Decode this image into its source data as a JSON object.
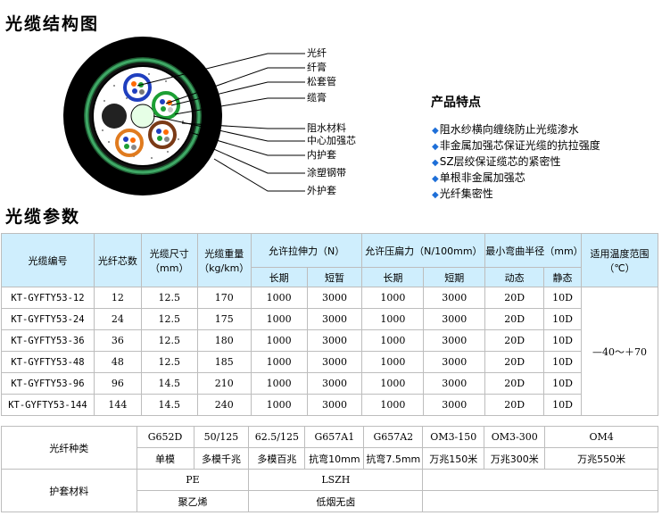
{
  "titles": {
    "structure": "光缆结构图",
    "params": "光缆参数"
  },
  "callouts": [
    "光纤",
    "纤膏",
    "松套管",
    "缆膏",
    "阻水材料",
    "中心加强芯",
    "内护套",
    "涂塑钢带",
    "外护套"
  ],
  "features": {
    "title": "产品特点",
    "items": [
      "阻水纱横向缠绕防止光缆渗水",
      "非金属加强芯保证光缆的抗拉强度",
      "SZ层绞保证缆芯的紧密性",
      "单根非金属加强芯",
      "光纤集密性"
    ]
  },
  "spec_table": {
    "headers": {
      "model": "光缆编号",
      "fiber_count": "光纤芯数",
      "diameter": "光缆尺寸（mm）",
      "weight": "光缆重量（kg/km）",
      "tensile": "允许拉伸力（N）",
      "crush": "允许压扁力（N/100mm）",
      "bend": "最小弯曲半径（mm）",
      "temp": "适用温度范围（℃）",
      "long_term": "长期",
      "short_term": "短暂",
      "long_term_2": "长期",
      "short_term_2": "短期",
      "dynamic": "动态",
      "static": "静态"
    },
    "rows": [
      {
        "model": "KT-GYFTY53-12",
        "cores": "12",
        "size": "12.5",
        "weight": "170",
        "t_long": "1000",
        "t_short": "3000",
        "c_long": "1000",
        "c_short": "3000",
        "dyn": "20D",
        "stat": "10D"
      },
      {
        "model": "KT-GYFTY53-24",
        "cores": "24",
        "size": "12.5",
        "weight": "175",
        "t_long": "1000",
        "t_short": "3000",
        "c_long": "1000",
        "c_short": "3000",
        "dyn": "20D",
        "stat": "10D"
      },
      {
        "model": "KT-GYFTY53-36",
        "cores": "36",
        "size": "12.5",
        "weight": "180",
        "t_long": "1000",
        "t_short": "3000",
        "c_long": "1000",
        "c_short": "3000",
        "dyn": "20D",
        "stat": "10D"
      },
      {
        "model": "KT-GYFTY53-48",
        "cores": "48",
        "size": "12.5",
        "weight": "185",
        "t_long": "1000",
        "t_short": "3000",
        "c_long": "1000",
        "c_short": "3000",
        "dyn": "20D",
        "stat": "10D"
      },
      {
        "model": "KT-GYFTY53-96",
        "cores": "96",
        "size": "14.5",
        "weight": "210",
        "t_long": "1000",
        "t_short": "3000",
        "c_long": "1000",
        "c_short": "3000",
        "dyn": "20D",
        "stat": "10D"
      },
      {
        "model": "KT-GYFTY53-144",
        "cores": "144",
        "size": "14.5",
        "weight": "240",
        "t_long": "1000",
        "t_short": "3000",
        "c_long": "1000",
        "c_short": "3000",
        "dyn": "20D",
        "stat": "10D"
      }
    ],
    "temp_range": "—40～＋70"
  },
  "fiber_table": {
    "fiber_label": "光纤种类",
    "fiber_codes": [
      "G652D",
      "50/125",
      "62.5/125",
      "G657A1",
      "G657A2",
      "OM3-150",
      "OM3-300",
      "OM4"
    ],
    "fiber_names": [
      "单模",
      "多模千兆",
      "多模百兆",
      "抗弯10mm",
      "抗弯7.5mm",
      "万兆150米",
      "万兆300米",
      "万兆550米"
    ],
    "sheath_label": "护套材料",
    "sheath_codes": [
      "PE",
      "LSZH"
    ],
    "sheath_names": [
      "聚乙烯",
      "低烟无卤"
    ]
  },
  "colors": {
    "header_bg": "#cfeefd",
    "bullet": "#1e6fd8",
    "steel_tape": "#2a8a4a",
    "jacket": "#000000"
  }
}
